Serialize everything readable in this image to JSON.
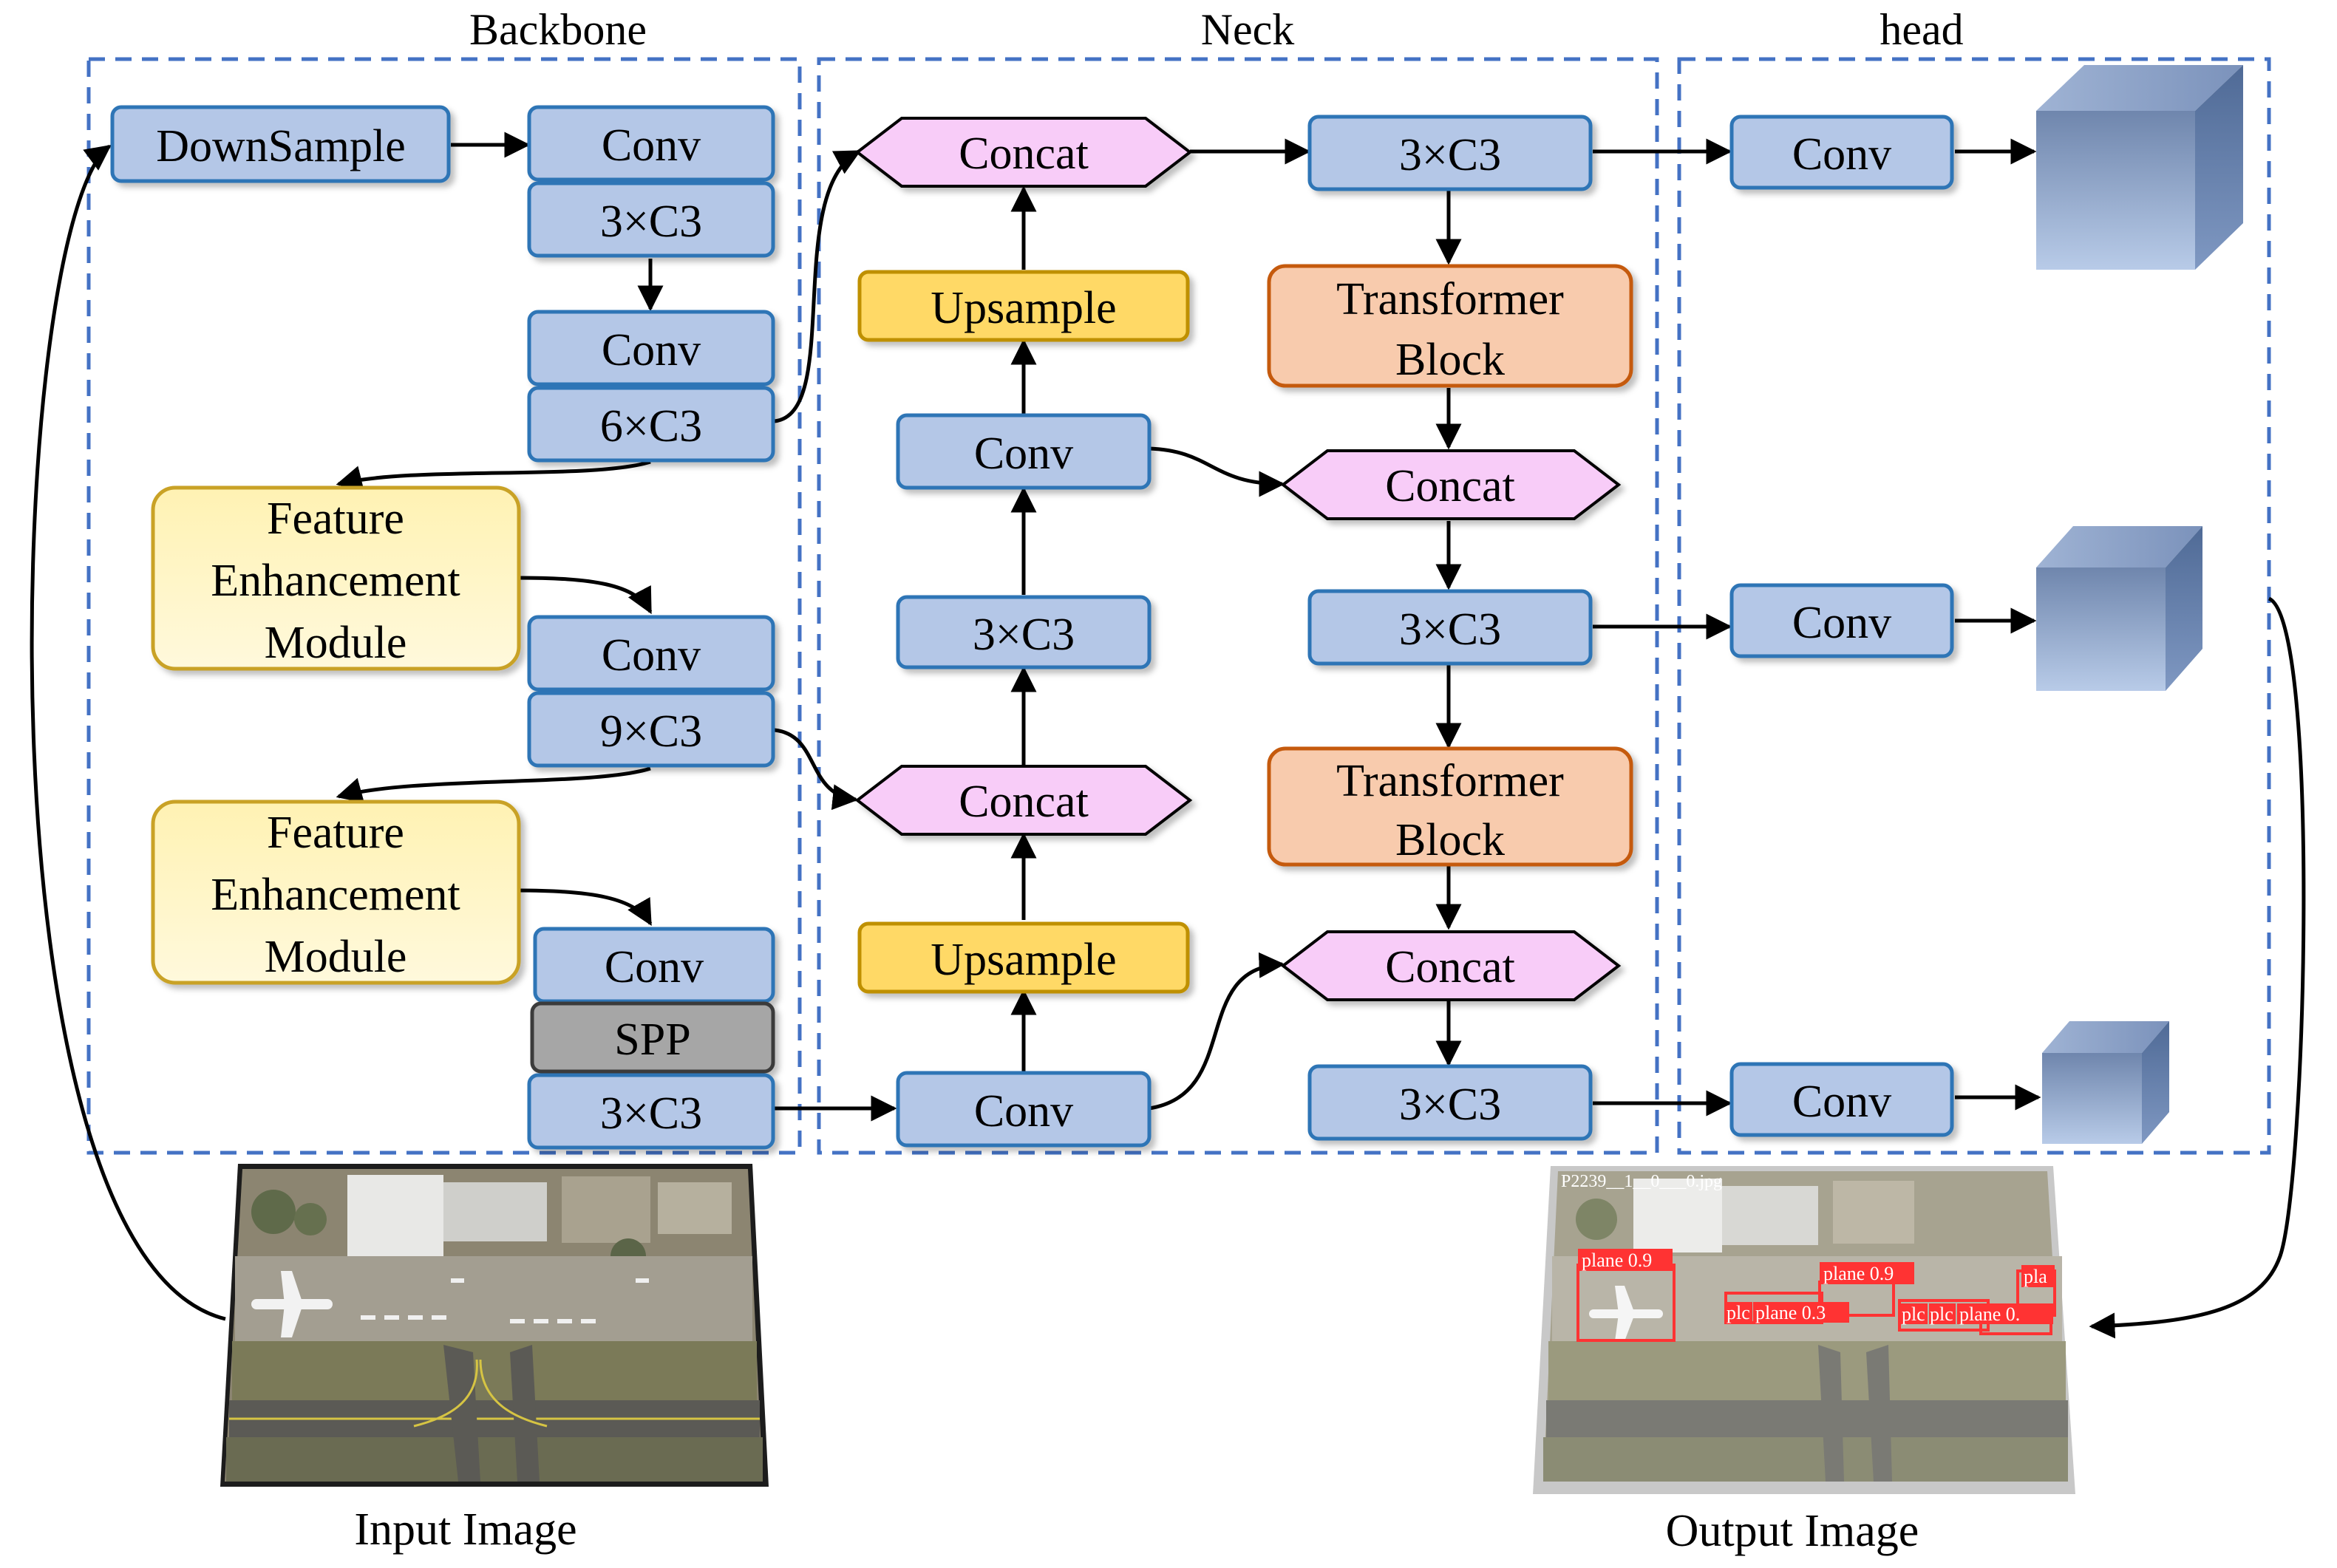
{
  "sections": {
    "backbone": "Backbone",
    "neck": "Neck",
    "head": "head"
  },
  "backbone": {
    "downsample": "DownSample",
    "conv1": "Conv",
    "c3_1": "3×C3",
    "conv2": "Conv",
    "c3_2": "6×C3",
    "fem1": [
      "Feature",
      "Enhancement",
      "Module"
    ],
    "conv3": "Conv",
    "c3_3": "9×C3",
    "fem2": [
      "Feature",
      "Enhancement",
      "Module"
    ],
    "conv4": "Conv",
    "spp": "SPP",
    "c3_4": "3×C3"
  },
  "neck": {
    "concat_top": "Concat",
    "upsample_top": "Upsample",
    "conv_mid": "Conv",
    "c3_mid": "3×C3",
    "concat_mid": "Concat",
    "upsample_bottom": "Upsample",
    "conv_bottom": "Conv",
    "c3_right_top": "3×C3",
    "transformer_1": [
      "Transformer",
      "Block"
    ],
    "concat_right_1": "Concat",
    "c3_right_mid": "3×C3",
    "transformer_2": [
      "Transformer",
      "Block"
    ],
    "concat_right_2": "Concat",
    "c3_right_bottom": "3×C3"
  },
  "head": {
    "conv_top": "Conv",
    "conv_mid": "Conv",
    "conv_bottom": "Conv"
  },
  "images": {
    "input_caption": "Input Image",
    "output_caption": "Output Image",
    "output_filename": "P2239__1__0___0.jpg",
    "detections": [
      "plane 0.9",
      "plane 0.9",
      "pla",
      "plc",
      "plane 0.3",
      "plc",
      "plc",
      "plane 0."
    ]
  },
  "colors": {
    "dashed_frame": "#4472c4",
    "blue_fill": "#b4c7e7",
    "blue_stroke": "#2e75b6",
    "pink_fill": "#f8ccf8",
    "yellow_fill": "#ffd966",
    "yellow_stroke": "#bf9000",
    "fem_fill": "#fff2b3",
    "fem_stroke": "#c9a227",
    "orange_fill": "#f8cbad",
    "orange_stroke": "#c55a11",
    "spp_fill": "#a6a6a6",
    "detection_box": "#ff3333"
  }
}
